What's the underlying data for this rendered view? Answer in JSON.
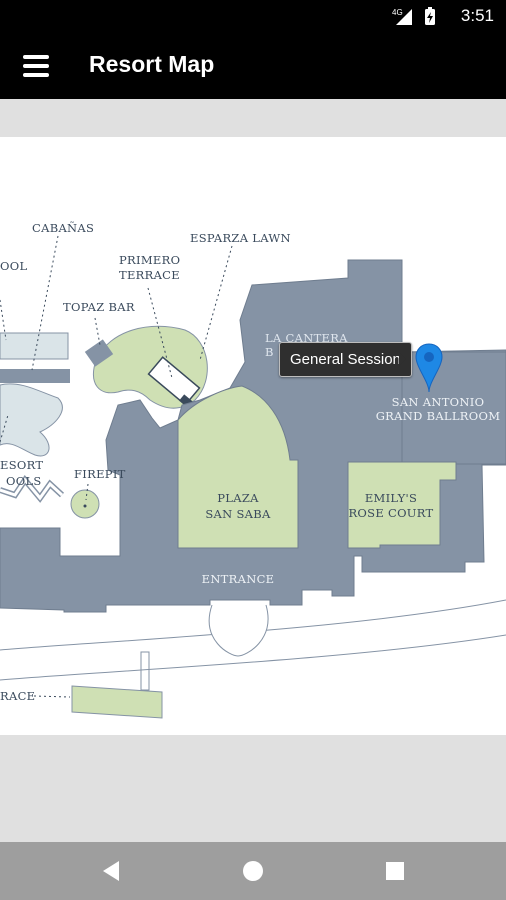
{
  "status_bar": {
    "network": "4G",
    "time": "3:51"
  },
  "app_bar": {
    "title": "Resort Map"
  },
  "map": {
    "labels": {
      "cabanas": "CABAÑAS",
      "pool": "OOL",
      "esparza_lawn": "ESPARZA LAWN",
      "primero_terrace_1": "PRIMERO",
      "primero_terrace_2": "TERRACE",
      "topaz_bar": "TOPAZ BAR",
      "la_cantera_1": "LA CANTERA",
      "la_cantera_2": "B",
      "san_antonio_1": "SAN ANTONIO",
      "san_antonio_2": "GRAND BALLROOM",
      "resort_pools_1": "ESORT",
      "resort_pools_2": "OOLS",
      "firepit": "FIREPIT",
      "plaza_1": "PLAZA",
      "plaza_2": "SAN SABA",
      "emilys_1": "EMILY'S",
      "emilys_2": "ROSE COURT",
      "entrance": "ENTRANCE",
      "terrace": "RACE"
    },
    "marker": {
      "title": "General Session"
    }
  },
  "colors": {
    "building": "#8593a5",
    "lawn": "#cfe0b4",
    "water": "#dae4e8",
    "label": "#3a4a5c"
  }
}
